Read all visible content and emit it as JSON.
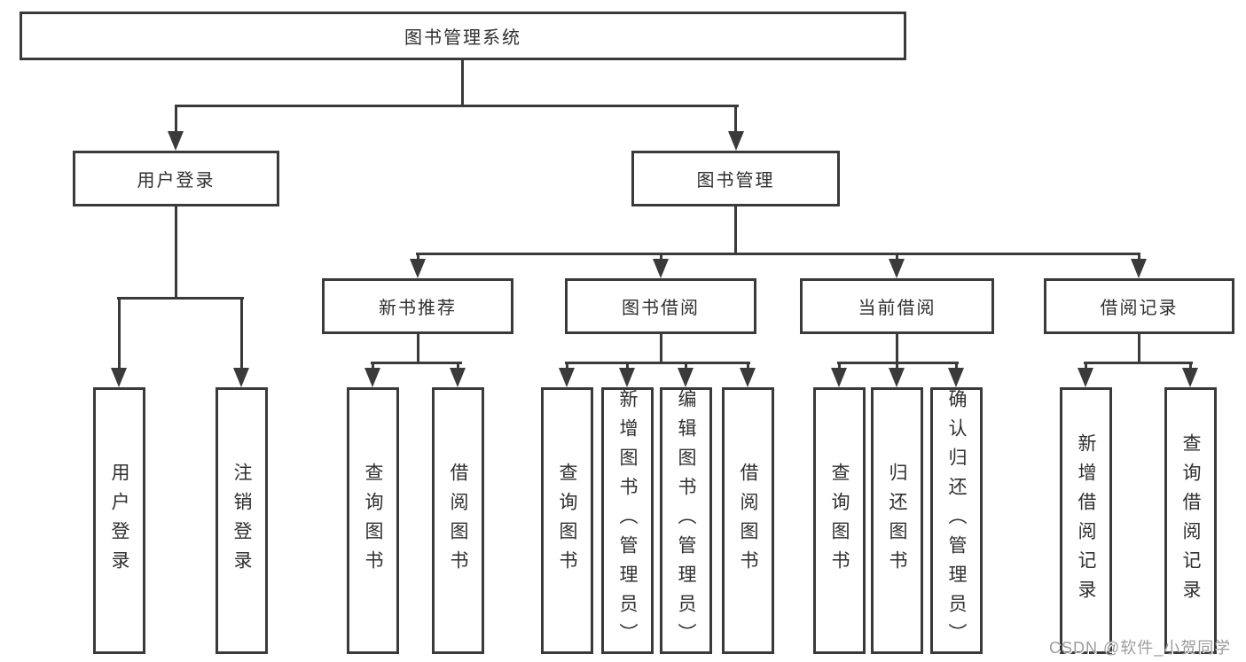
{
  "diagram": {
    "title": "图书管理系统",
    "branches": [
      {
        "label": "用户登录",
        "children": [
          {
            "label": "用户登录"
          },
          {
            "label": "注销登录"
          }
        ]
      },
      {
        "label": "图书管理",
        "children": [
          {
            "label": "新书推荐",
            "children": [
              {
                "label": "查询图书"
              },
              {
                "label": "借阅图书"
              }
            ]
          },
          {
            "label": "图书借阅",
            "children": [
              {
                "label": "查询图书"
              },
              {
                "label": "新增图书（管理员）"
              },
              {
                "label": "编辑图书（管理员）"
              },
              {
                "label": "借阅图书"
              }
            ]
          },
          {
            "label": "当前借阅",
            "children": [
              {
                "label": "查询图书"
              },
              {
                "label": "归还图书"
              },
              {
                "label": "确认归还（管理员）"
              }
            ]
          },
          {
            "label": "借阅记录",
            "children": [
              {
                "label": "新增借阅记录"
              },
              {
                "label": "查询借阅记录"
              }
            ]
          }
        ]
      }
    ]
  },
  "watermark": {
    "text": "CSDN @软件_小贺同学"
  },
  "colors": {
    "line": "#3a3a3a",
    "text": "#2f2f2f",
    "background": "#ffffff",
    "watermark": "#9c9c9c"
  }
}
